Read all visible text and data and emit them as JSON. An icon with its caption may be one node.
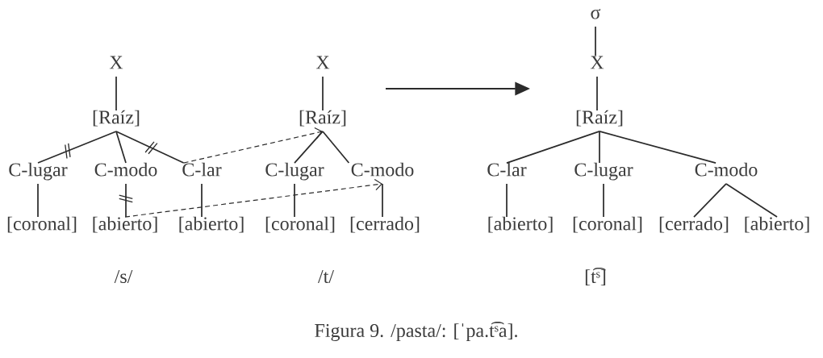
{
  "diagram": {
    "caption": "Figura 9. /pasta/: [ˈpa.t͡ˢa].",
    "nodes": [
      {
        "text": [
          "X"
        ]
      },
      {
        "text": [
          "[Raíz]"
        ]
      },
      {
        "text": [
          "C-lugar"
        ]
      },
      {
        "text": [
          "C-modo"
        ]
      },
      {
        "text": [
          "C-lar"
        ]
      },
      {
        "text": [
          "[coronal]"
        ]
      },
      {
        "text": [
          "[abierto]"
        ]
      },
      {
        "text": [
          "[abierto]"
        ]
      },
      {
        "text": [
          "X"
        ]
      },
      {
        "text": [
          "[Raíz]"
        ]
      },
      {
        "text": [
          "C-lugar"
        ]
      },
      {
        "text": [
          "C-modo"
        ]
      },
      {
        "text": [
          "[coronal]"
        ]
      },
      {
        "text": [
          "[cerrado]"
        ]
      },
      {
        "text": [
          "σ"
        ]
      },
      {
        "text": [
          "X"
        ]
      },
      {
        "text": [
          "[Raíz]"
        ]
      },
      {
        "text": [
          "C-lar"
        ]
      },
      {
        "text": [
          "C-lugar"
        ]
      },
      {
        "text": [
          "C-modo"
        ]
      },
      {
        "text": [
          "[abierto]"
        ]
      },
      {
        "text": [
          "[coronal]"
        ]
      },
      {
        "text": [
          "[cerrado]"
        ]
      },
      {
        "text": [
          "[abierto]"
        ]
      }
    ],
    "edges": [
      {
        "from": 0,
        "to": 1,
        "arrow": "none"
      },
      {
        "from": 1,
        "to": 2,
        "arrow": "none"
      },
      {
        "from": 1,
        "to": 3,
        "arrow": "none"
      },
      {
        "from": 1,
        "to": 4,
        "arrow": "none"
      },
      {
        "from": 2,
        "to": 5,
        "arrow": "none"
      },
      {
        "from": 3,
        "to": 6,
        "arrow": "none"
      },
      {
        "from": 4,
        "to": 7,
        "arrow": "none"
      },
      {
        "from": 4,
        "to": 9,
        "arrow": "to",
        "style": "dashed"
      },
      {
        "from": 6,
        "to": 11,
        "arrow": "to",
        "style": "dashed"
      },
      {
        "from": 8,
        "to": 9,
        "arrow": "none"
      },
      {
        "from": 9,
        "to": 10,
        "arrow": "none"
      },
      {
        "from": 9,
        "to": 11,
        "arrow": "none"
      },
      {
        "from": 10,
        "to": 12,
        "arrow": "none"
      },
      {
        "from": 11,
        "to": 13,
        "arrow": "none"
      },
      {
        "from": 14,
        "to": 15,
        "arrow": "none"
      },
      {
        "from": 15,
        "to": 16,
        "arrow": "none"
      },
      {
        "from": 16,
        "to": 17,
        "arrow": "none"
      },
      {
        "from": 16,
        "to": 18,
        "arrow": "none"
      },
      {
        "from": 16,
        "to": 19,
        "arrow": "none"
      },
      {
        "from": 17,
        "to": 20,
        "arrow": "none"
      },
      {
        "from": 18,
        "to": 21,
        "arrow": "none"
      },
      {
        "from": 19,
        "to": 22,
        "arrow": "none"
      },
      {
        "from": 19,
        "to": 23,
        "arrow": "none"
      }
    ],
    "labels": [
      "/s/",
      "/t/",
      "[t͡ˢ]"
    ]
  }
}
